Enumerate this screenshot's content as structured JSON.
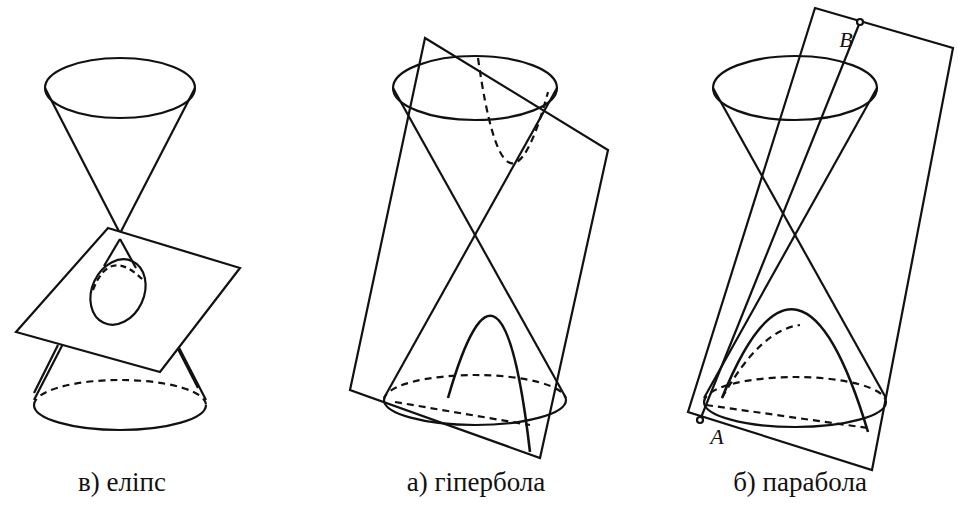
{
  "diagram": {
    "labels": [
      "в) еліпс",
      "а) гіпербола",
      "б) парабола",
      "B",
      "A"
    ]
  }
}
